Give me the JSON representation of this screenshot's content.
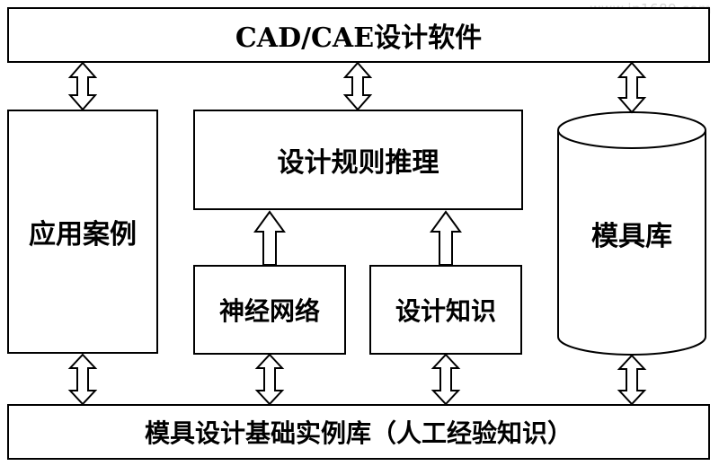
{
  "watermark": "www.ip1689.com",
  "nodes": {
    "cad_cae": "CAD/CAE设计软件",
    "application_cases": "应用案例",
    "design_rule_reasoning": "设计规则推理",
    "neural_network": "神经网络",
    "design_knowledge": "设计知识",
    "mold_library": "模具库",
    "base_case_library": "模具设计基础实例库（人工经验知识）"
  },
  "edges": [
    {
      "from": "application_cases",
      "to": "cad_cae",
      "type": "bidirectional"
    },
    {
      "from": "design_rule_reasoning",
      "to": "cad_cae",
      "type": "bidirectional"
    },
    {
      "from": "mold_library",
      "to": "cad_cae",
      "type": "bidirectional"
    },
    {
      "from": "neural_network",
      "to": "design_rule_reasoning",
      "type": "up"
    },
    {
      "from": "design_knowledge",
      "to": "design_rule_reasoning",
      "type": "up"
    },
    {
      "from": "application_cases",
      "to": "base_case_library",
      "type": "bidirectional"
    },
    {
      "from": "neural_network",
      "to": "base_case_library",
      "type": "bidirectional"
    },
    {
      "from": "design_knowledge",
      "to": "base_case_library",
      "type": "bidirectional"
    },
    {
      "from": "mold_library",
      "to": "base_case_library",
      "type": "bidirectional"
    }
  ]
}
